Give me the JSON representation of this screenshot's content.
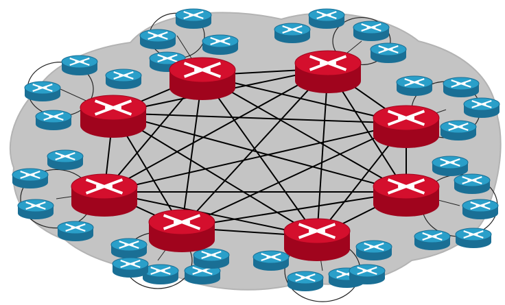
{
  "diagram": {
    "cloud_color": "#c4c4c4",
    "cloud_edge_color": "#b3b3b3",
    "link_color": "#000000",
    "core_router_color": "#d40f2d",
    "core_router_shade": "#a0041d",
    "edge_router_color": "#2a9fc9",
    "edge_router_shade": "#1a6f95",
    "router_mark_color": "#ffffff",
    "core_routers": [
      {
        "id": "core-router-1",
        "label": ""
      },
      {
        "id": "core-router-2",
        "label": ""
      },
      {
        "id": "core-router-3",
        "label": ""
      },
      {
        "id": "core-router-4",
        "label": ""
      },
      {
        "id": "core-router-5",
        "label": ""
      },
      {
        "id": "core-router-6",
        "label": ""
      },
      {
        "id": "core-router-7",
        "label": ""
      },
      {
        "id": "core-router-8",
        "label": ""
      }
    ],
    "mesh": "full",
    "edge_routers_per_core": [
      4,
      4,
      4,
      4,
      4,
      4,
      4,
      4
    ],
    "icon": "router-icon"
  }
}
